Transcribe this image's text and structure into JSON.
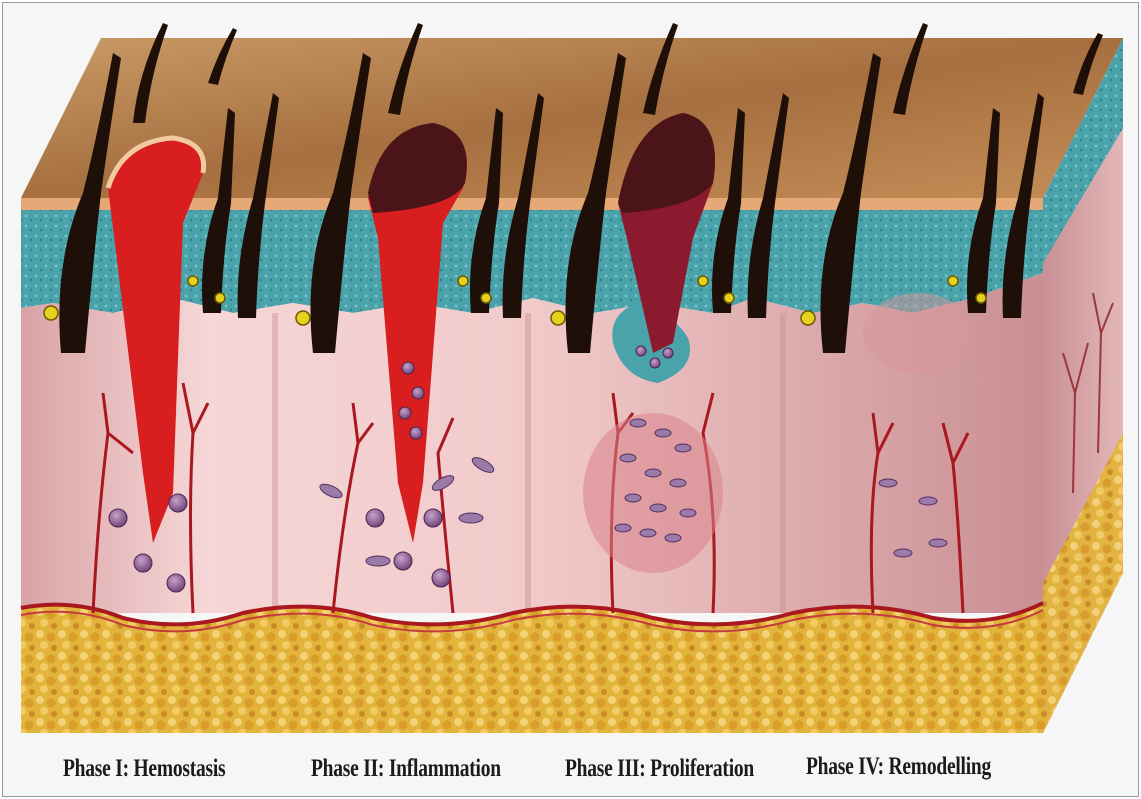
{
  "phases": [
    {
      "label": "Phase I: Hemostasis"
    },
    {
      "label": "Phase II: Inflammation"
    },
    {
      "label": "Phase III: Proliferation"
    },
    {
      "label": "Phase IV: Remodelling"
    }
  ],
  "colors": {
    "surface": "#b07a48",
    "epidermis": "#4aa0a8",
    "dermis": "#f0c4c4",
    "fat": "#e0b23c",
    "vessel": "#a8181e",
    "clot": "#4a1418",
    "blood": "#d81e1e",
    "hair": "#1e0f08"
  }
}
